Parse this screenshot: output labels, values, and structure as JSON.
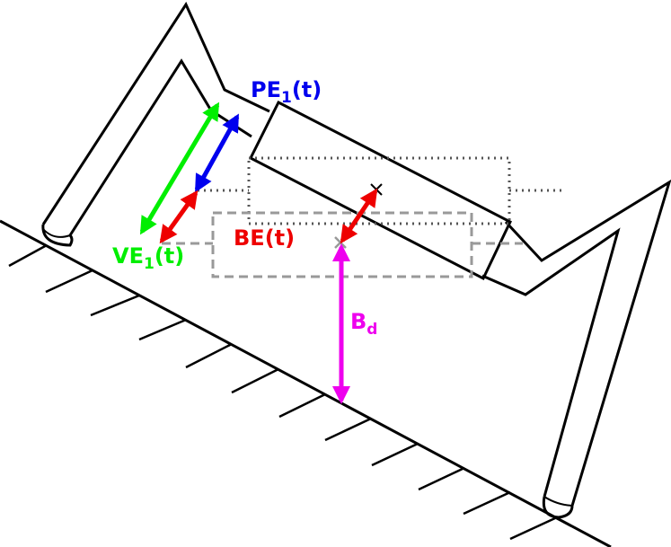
{
  "labels": {
    "pe_main": "PE",
    "pe_sub": "1",
    "pe_tail": "(t)",
    "ve_main": "VE",
    "ve_sub": "1",
    "ve_tail": "(t)",
    "be": "BE(t)",
    "bd_main": "B",
    "bd_sub": "d"
  },
  "colors": {
    "pe": "#0000ee",
    "ve": "#00ee00",
    "be": "#ee0000",
    "bd": "#ee00ee",
    "outline": "#000000",
    "dotted": "#555555",
    "dashed": "#999999"
  },
  "markers": {
    "upper": "cross-marker",
    "lower": "cross-marker"
  }
}
